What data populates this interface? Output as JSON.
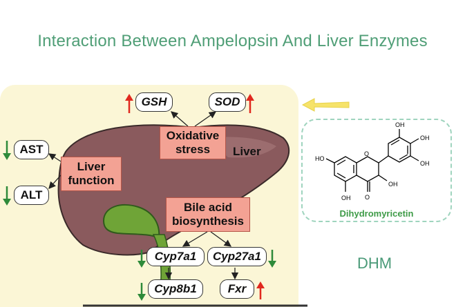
{
  "title": "Interaction Between Ampelopsin And Liver Enzymes",
  "diagram": {
    "liver_label": "Liver",
    "central_nodes": {
      "oxidative_stress": [
        "Oxidative",
        "stress"
      ],
      "liver_function": [
        "Liver",
        "function"
      ],
      "bile_acid_biosynthesis": [
        "Bile acid",
        "biosynthesis"
      ]
    },
    "markers": [
      {
        "id": "gsh",
        "label": "GSH",
        "change": "up"
      },
      {
        "id": "sod",
        "label": "SOD",
        "change": "up"
      },
      {
        "id": "ast",
        "label": "AST",
        "change": "down"
      },
      {
        "id": "alt",
        "label": "ALT",
        "change": "down"
      },
      {
        "id": "cyp7a1",
        "label": "Cyp7a1",
        "change": "down"
      },
      {
        "id": "cyp27a1",
        "label": "Cyp27a1",
        "change": "down"
      },
      {
        "id": "cyp8b1",
        "label": "Cyp8b1",
        "change": "down"
      },
      {
        "id": "fxr",
        "label": "Fxr",
        "change": "up"
      }
    ],
    "colors": {
      "up_arrow": "#e0281e",
      "down_arrow": "#2e8a3a",
      "liver": "#8a5a5d",
      "gallbladder": "#6fa437",
      "panel": "#fbf6d6",
      "pointer_arrow": "#f6e36a"
    }
  },
  "molecule": {
    "name": "Dihydromyricetin",
    "atoms": {
      "hydroxyl": "OH",
      "oxygen": "O",
      "ho": "HO"
    }
  },
  "dhm_label": "DHM"
}
